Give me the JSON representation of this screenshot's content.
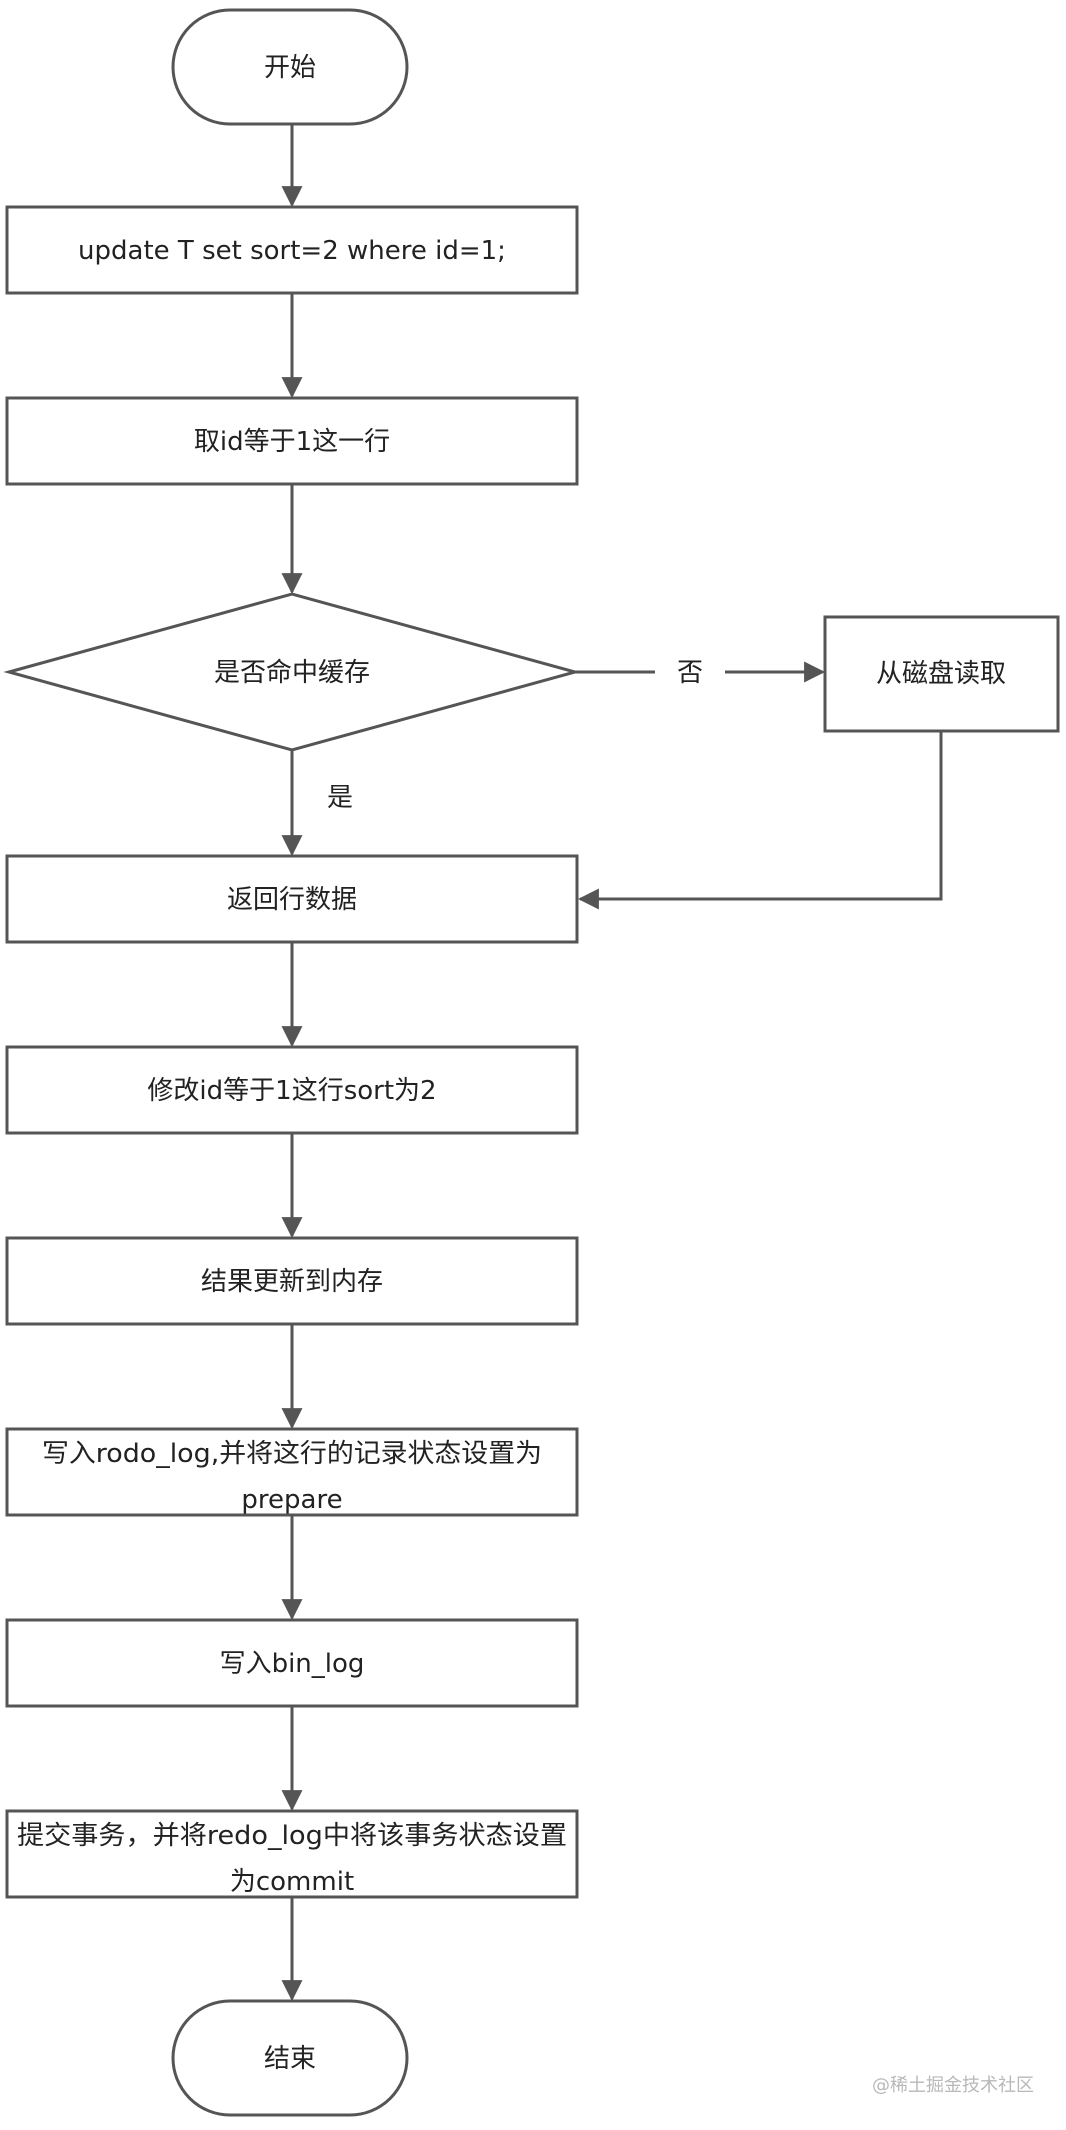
{
  "flowchart": {
    "start": "开始",
    "step_update": "update T set sort=2 where id=1;",
    "step_fetch_row": "取id等于1这一行",
    "decision_cache": "是否命中缓存",
    "edge_no": "否",
    "edge_yes": "是",
    "step_read_disk": "从磁盘读取",
    "step_return_row": "返回行数据",
    "step_modify": "修改id等于1这行sort为2",
    "step_update_memory": "结果更新到内存",
    "step_write_redo_line1": "写入rodo_log,并将这行的记录状态设置为",
    "step_write_redo_line2": "prepare",
    "step_write_binlog": "写入bin_log",
    "step_commit_line1": "提交事务，并将redo_log中将该事务状态设置",
    "step_commit_line2": "为commit",
    "end": "结束"
  },
  "watermark": "@稀土掘金技术社区",
  "colors": {
    "stroke": "#555555",
    "text": "#222222",
    "watermark": "#b8b8b8"
  }
}
